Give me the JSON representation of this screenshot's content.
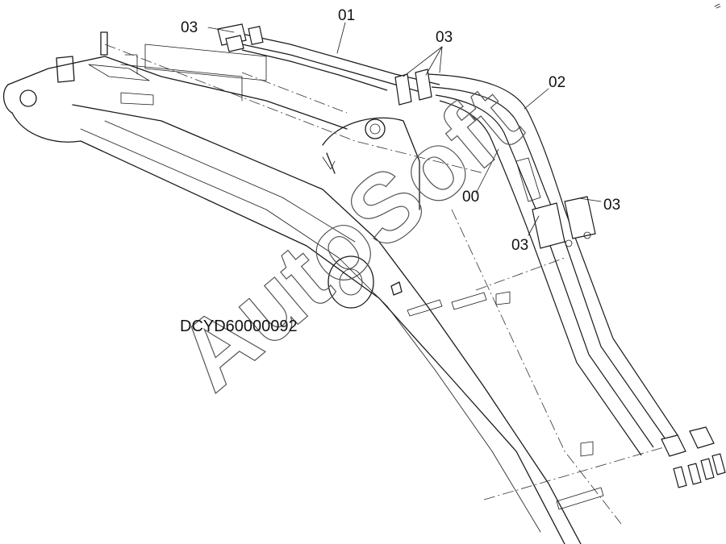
{
  "drawing_code": "DCYD60000092",
  "watermark": "AutoSoft",
  "callouts": {
    "c01": "01",
    "c02": "02",
    "c00": "00",
    "c03_top_left": "03",
    "c03_top_mid": "03",
    "c03_right": "03",
    "c03_lower": "03"
  }
}
